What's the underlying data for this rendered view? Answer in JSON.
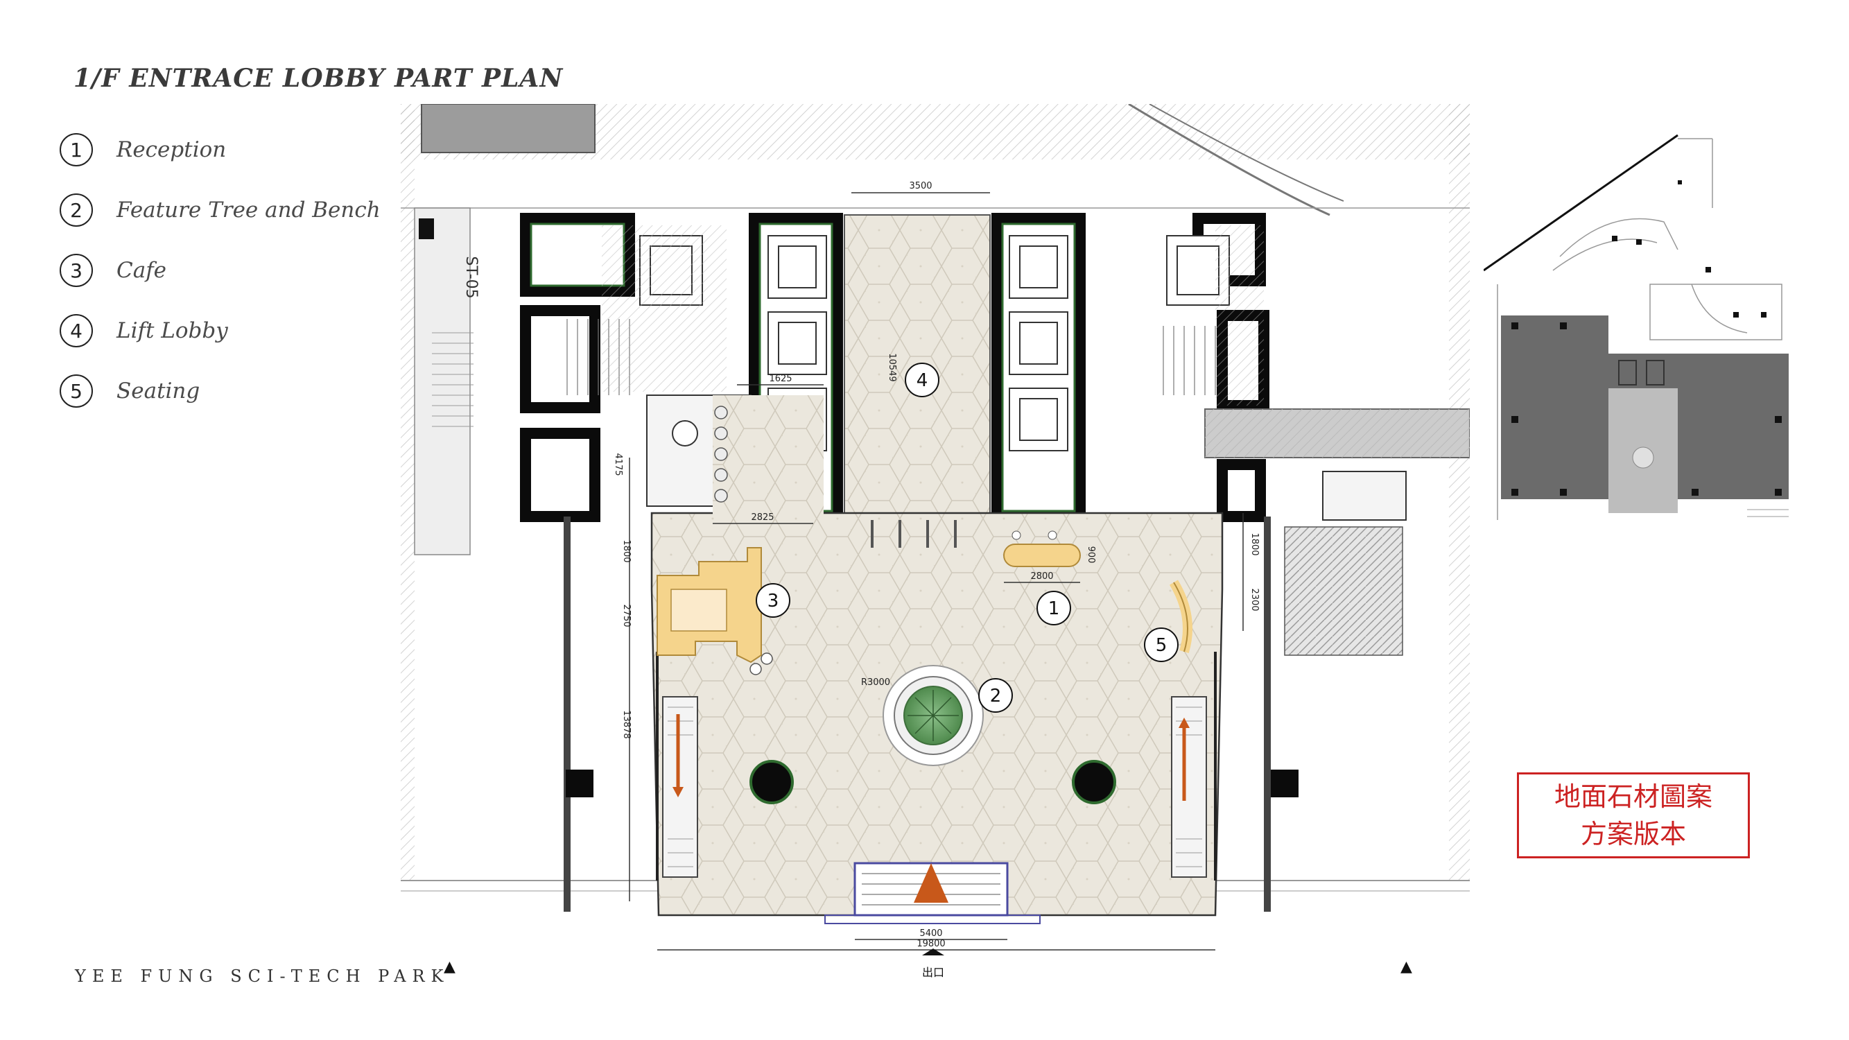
{
  "title": "1/F ENTRACE LOBBY PART PLAN",
  "legend": [
    {
      "number": "1",
      "label": "Reception"
    },
    {
      "number": "2",
      "label": "Feature Tree and Bench"
    },
    {
      "number": "3",
      "label": "Cafe"
    },
    {
      "number": "4",
      "label": "Lift Lobby"
    },
    {
      "number": "5",
      "label": "Seating"
    }
  ],
  "footer": "YEE FUNG SCI-TECH PARK",
  "plan": {
    "callouts": [
      "1",
      "2",
      "3",
      "4",
      "5"
    ],
    "dimensions": {
      "top_width": "3500",
      "lift_depth": "10549",
      "d1625": "1625",
      "d2825": "2825",
      "d4175": "4175",
      "d1800a": "1800",
      "d2750": "2750",
      "d13878": "13878",
      "d2800": "2800",
      "d900": "900",
      "d1800b": "1800",
      "d2300": "2300",
      "radius": "R3000",
      "entrance": "5400",
      "overall": "19800"
    },
    "stair_label": "ST-05",
    "entrance_label": "出口"
  },
  "version_note": [
    "地面石材圖案",
    "方案版本"
  ],
  "colors": {
    "wall": "#0b0b0b",
    "wall_edge": "#2f6b2f",
    "floor": "#ebe7dd",
    "cafe": "#f5d48c",
    "arrow": "#c8581a",
    "keyplan_dark": "#6b6b6b",
    "version_red": "#cc2222"
  }
}
